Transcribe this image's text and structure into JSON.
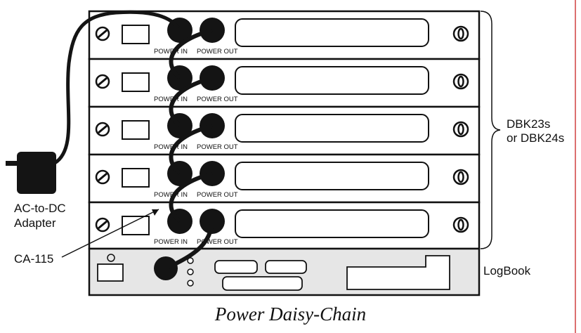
{
  "labels": {
    "power_in": "POWER IN",
    "power_out": "POWER OUT",
    "dbk_line1": "DBK23s",
    "dbk_line2": "or DBK24s",
    "adapter_line1": "AC-to-DC",
    "adapter_line2": "Adapter",
    "cable": "CA-115",
    "logbook": "LogBook",
    "caption": "Power Daisy-Chain"
  },
  "units": [
    {
      "name": "dbk-unit-1",
      "power_in": "POWER IN",
      "power_out": "POWER OUT"
    },
    {
      "name": "dbk-unit-2",
      "power_in": "POWER IN",
      "power_out": "POWER OUT"
    },
    {
      "name": "dbk-unit-3",
      "power_in": "POWER IN",
      "power_out": "POWER OUT"
    },
    {
      "name": "dbk-unit-4",
      "power_in": "POWER IN",
      "power_out": "POWER OUT"
    },
    {
      "name": "dbk-unit-5",
      "power_in": "POWER IN",
      "power_out": "POWER OUT"
    }
  ],
  "colors": {
    "panel": "#ffffff",
    "logbook_panel": "#e6e6e6",
    "stroke": "#111111",
    "connector": "#141414",
    "divider_red": "#d04040"
  }
}
